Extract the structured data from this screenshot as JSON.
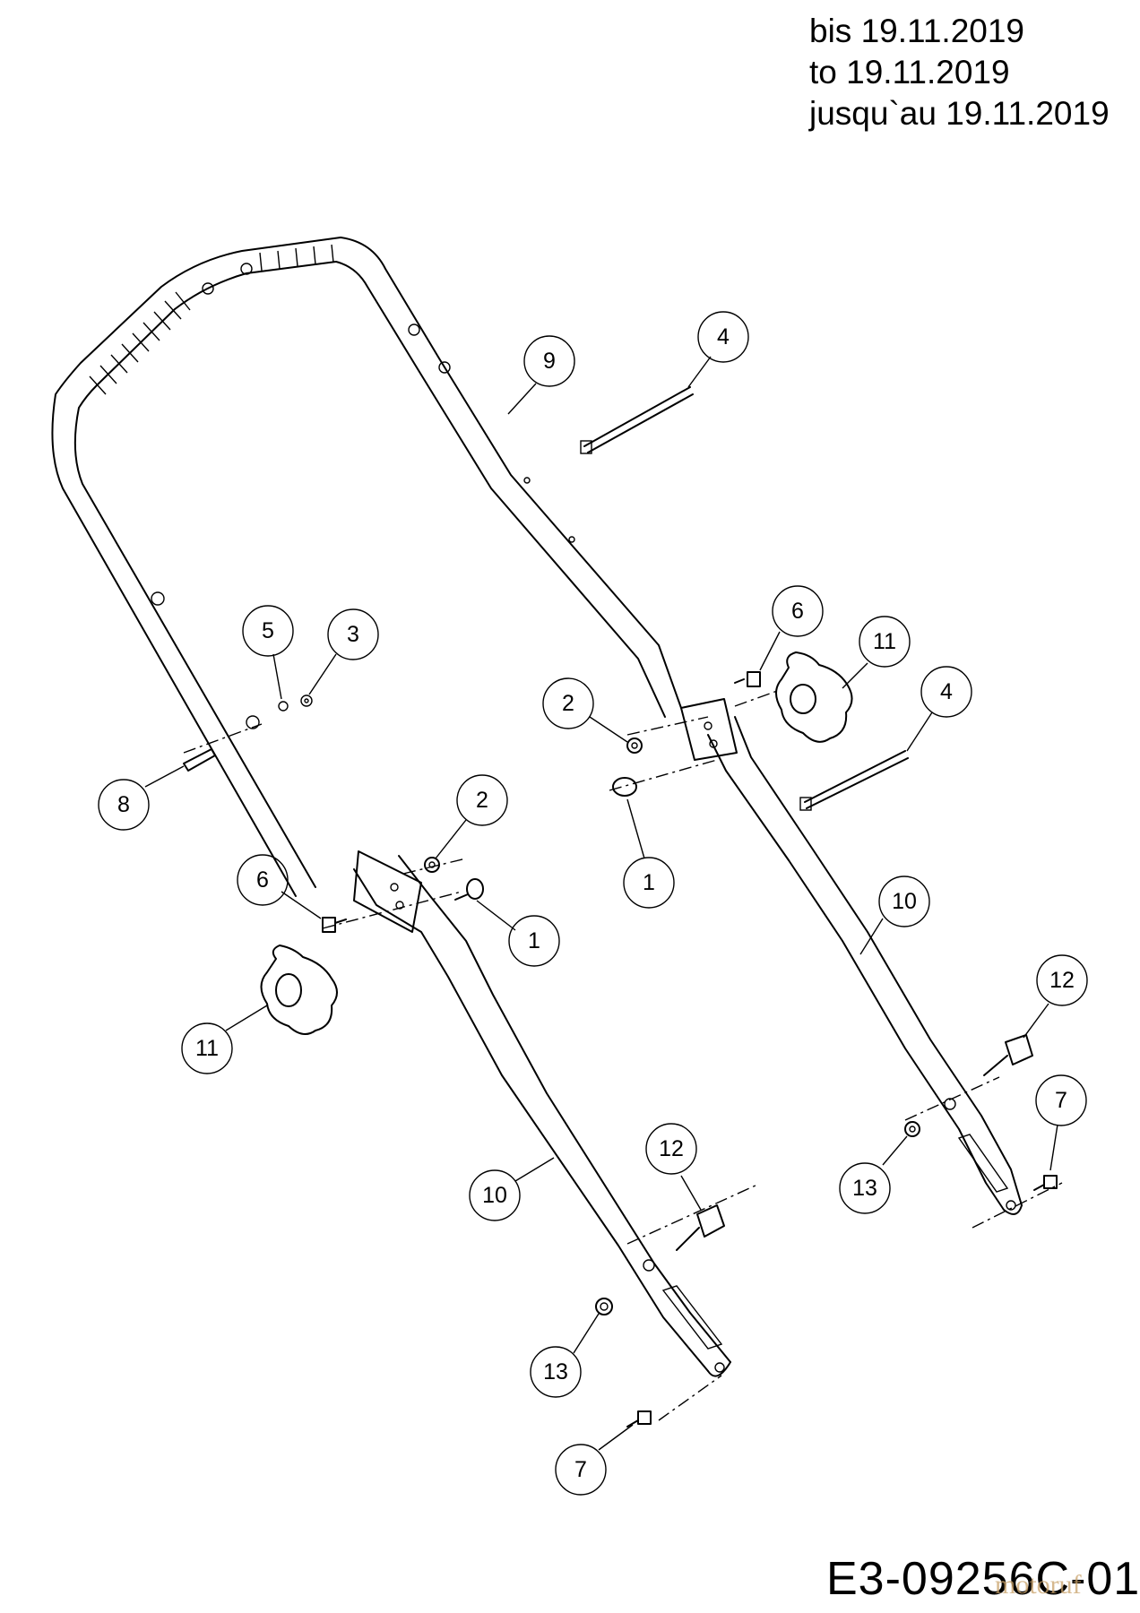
{
  "header": {
    "lines": [
      "bis 19.11.2019",
      "to 19.11.2019",
      "jusqu`au 19.11.2019"
    ]
  },
  "drawing_code": "E3-09256C-01",
  "watermark": "motoruf",
  "callouts": [
    {
      "label": "9"
    },
    {
      "label": "4"
    },
    {
      "label": "4"
    },
    {
      "label": "5"
    },
    {
      "label": "3"
    },
    {
      "label": "8"
    },
    {
      "label": "2"
    },
    {
      "label": "2"
    },
    {
      "label": "6"
    },
    {
      "label": "6"
    },
    {
      "label": "1"
    },
    {
      "label": "1"
    },
    {
      "label": "11"
    },
    {
      "label": "11"
    },
    {
      "label": "10"
    },
    {
      "label": "10"
    },
    {
      "label": "12"
    },
    {
      "label": "12"
    },
    {
      "label": "13"
    },
    {
      "label": "13"
    },
    {
      "label": "7"
    },
    {
      "label": "7"
    }
  ]
}
